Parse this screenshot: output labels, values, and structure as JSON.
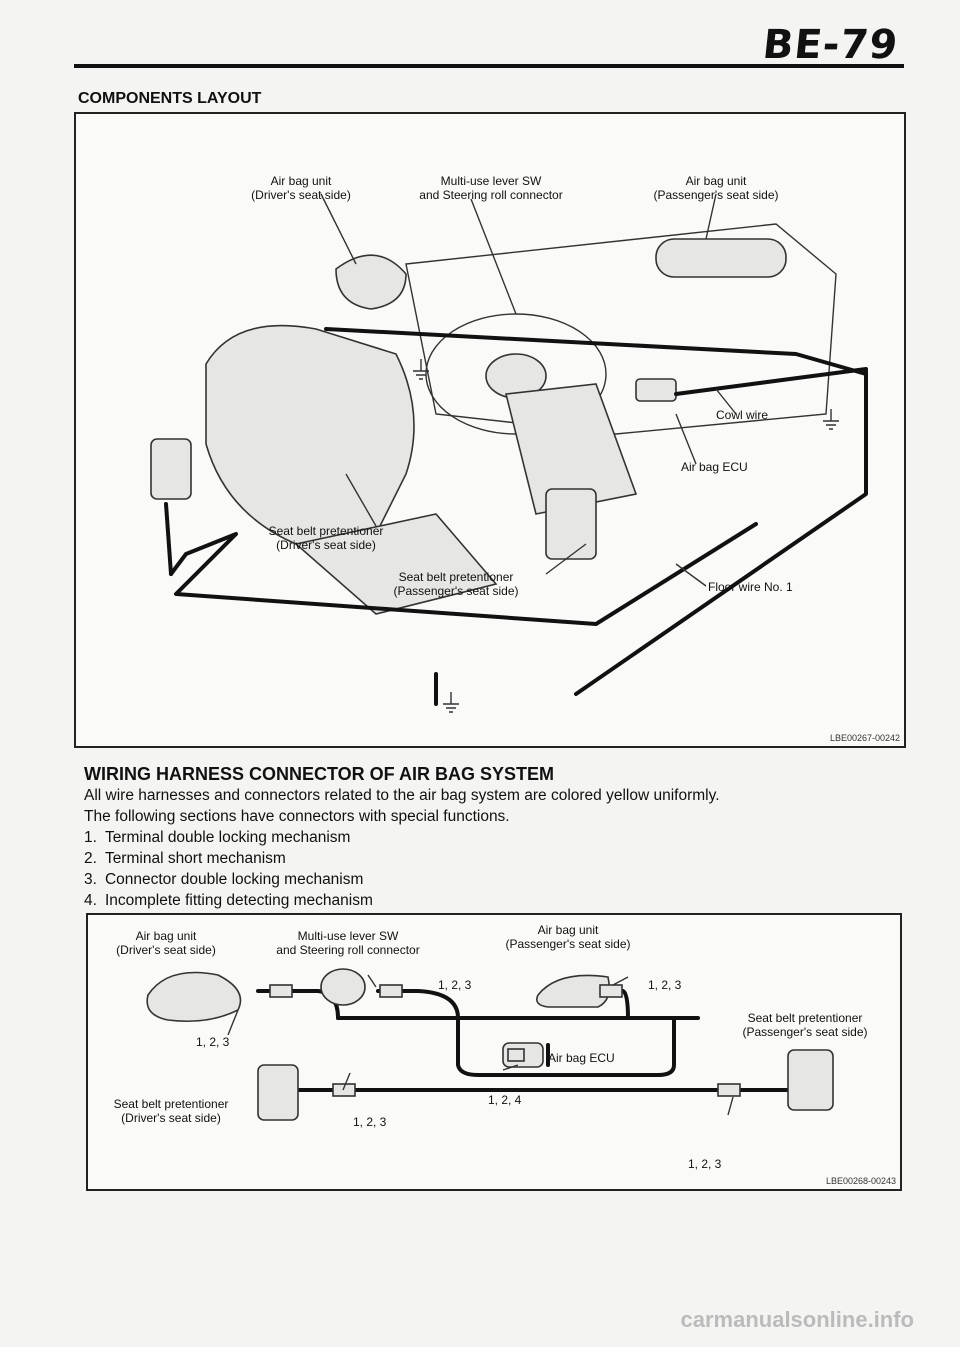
{
  "page": {
    "code": "BE-79"
  },
  "components_layout": {
    "title": "COMPONENTS LAYOUT",
    "figure_code": "LBE00267-00242",
    "labels": {
      "airbag_driver": [
        "Air bag unit",
        "(Driver's seat side)"
      ],
      "multiuse": [
        "Multi-use lever SW",
        "and Steering roll connector"
      ],
      "airbag_passenger": [
        "Air bag unit",
        "(Passenger's seat side)"
      ],
      "cowl_wire": "Cowl wire",
      "airbag_ecu": "Air bag ECU",
      "pretensioner_driver": [
        "Seat belt pretentioner",
        "(Driver's seat side)"
      ],
      "pretensioner_passenger": [
        "Seat belt pretentioner",
        "(Passenger's seat side)"
      ],
      "floor_wire": "Floor wire No. 1"
    }
  },
  "wiring_section": {
    "heading": "WIRING HARNESS CONNECTOR OF AIR BAG SYSTEM",
    "paragraphs": [
      "All wire harnesses and connectors related to the air bag system are colored yellow uniformly.",
      "The following sections have connectors with special functions."
    ],
    "items": [
      {
        "num": "1.",
        "text": "Terminal double locking mechanism"
      },
      {
        "num": "2.",
        "text": "Terminal short mechanism"
      },
      {
        "num": "3.",
        "text": "Connector double locking mechanism"
      },
      {
        "num": "4.",
        "text": "Incomplete fitting detecting mechanism"
      }
    ]
  },
  "wiring_diagram": {
    "figure_code": "LBE00268-00243",
    "labels": {
      "airbag_driver": [
        "Air bag unit",
        "(Driver's seat side)"
      ],
      "multiuse": [
        "Multi-use lever SW",
        "and Steering roll connector"
      ],
      "airbag_passenger": [
        "Air bag unit",
        "(Passenger's seat side)"
      ],
      "pretensioner_passenger": [
        "Seat belt pretentioner",
        "(Passenger's seat side)"
      ],
      "airbag_ecu": "Air bag ECU",
      "pretensioner_driver": [
        "Seat belt pretentioner",
        "(Driver's seat side)"
      ]
    },
    "connector_callouts": [
      "1, 2, 3",
      "1, 2, 3",
      "1, 2, 3",
      "1, 2, 3",
      "1, 2, 4",
      "1, 2, 3"
    ]
  },
  "watermark": "carmanualsonline.info"
}
